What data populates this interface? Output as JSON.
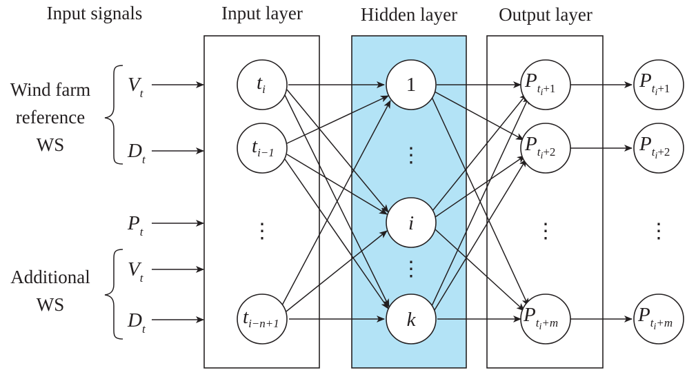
{
  "headers": {
    "input_signals": "Input signals",
    "input_layer": "Input layer",
    "hidden_layer": "Hidden layer",
    "output_layer": "Output layer"
  },
  "groups": {
    "wind_farm": [
      "Wind farm",
      "reference",
      "WS"
    ],
    "additional": [
      "Additional",
      "WS"
    ]
  },
  "signals": {
    "v1": {
      "main": "V",
      "sub": "t"
    },
    "d1": {
      "main": "D",
      "sub": "t"
    },
    "p": {
      "main": "P",
      "sub": "t"
    },
    "v2": {
      "main": "V",
      "sub": "t"
    },
    "d2": {
      "main": "D",
      "sub": "t"
    }
  },
  "input_nodes": {
    "n1": {
      "main": "t",
      "sub": "i"
    },
    "n2": {
      "main": "t",
      "sub": "i−1"
    },
    "n3": {
      "main": "t",
      "sub": "i−n+1"
    }
  },
  "hidden_nodes": {
    "h1": "1",
    "hi": "i",
    "hk": "k"
  },
  "output_nodes": {
    "o1": {
      "main": "P",
      "sub": "t",
      "sub2": "i",
      "tail": "+1"
    },
    "o2": {
      "main": "P",
      "sub": "t",
      "sub2": "i",
      "tail": "+2"
    },
    "o3": {
      "main": "P",
      "sub": "t",
      "sub2": "i",
      "tail": "+m"
    }
  },
  "result_nodes": {
    "r1": {
      "main": "P",
      "sub": "t",
      "sub2": "i",
      "tail": "+1"
    },
    "r2": {
      "main": "P",
      "sub": "t",
      "sub2": "i",
      "tail": "+2"
    },
    "r3": {
      "main": "P",
      "sub": "t",
      "sub2": "i",
      "tail": "+m"
    }
  },
  "ellipsis": "⋮",
  "colors": {
    "hidden_fill": "#b3e3f6",
    "stroke": "#231f20"
  }
}
